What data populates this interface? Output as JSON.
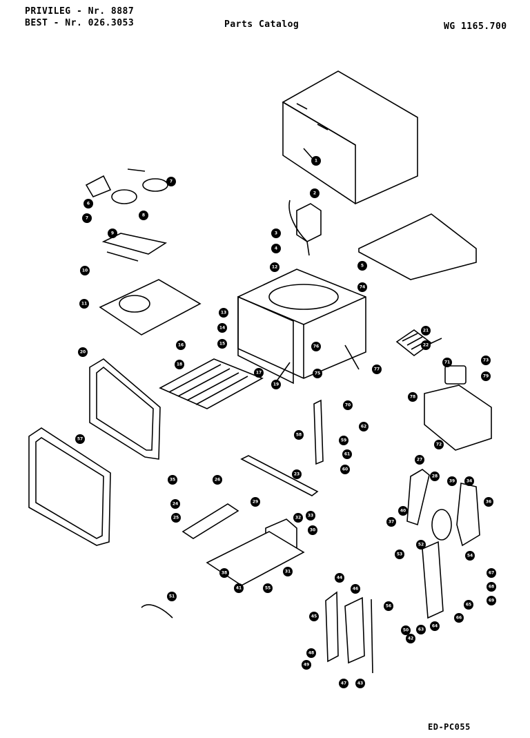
{
  "header": {
    "line1": "PRIVILEG - Nr. 8887",
    "line2": "BEST - Nr. 026.3053",
    "center": "Parts Catalog",
    "right": "WG 1165.700"
  },
  "footer": {
    "code": "ED-PC055"
  },
  "callouts": [
    {
      "id": "c1",
      "label": "1"
    },
    {
      "id": "c2",
      "label": "2"
    },
    {
      "id": "c3",
      "label": "3"
    },
    {
      "id": "c4",
      "label": "4"
    },
    {
      "id": "c5",
      "label": "5"
    },
    {
      "id": "c6",
      "label": "6"
    },
    {
      "id": "c7a",
      "label": "7"
    },
    {
      "id": "c7b",
      "label": "7"
    },
    {
      "id": "c8",
      "label": "8"
    },
    {
      "id": "c9",
      "label": "9"
    },
    {
      "id": "c10",
      "label": "10"
    },
    {
      "id": "c11",
      "label": "11"
    },
    {
      "id": "c12",
      "label": "12"
    },
    {
      "id": "c13",
      "label": "13"
    },
    {
      "id": "c14",
      "label": "14"
    },
    {
      "id": "c15",
      "label": "15"
    },
    {
      "id": "c16",
      "label": "16"
    },
    {
      "id": "c17",
      "label": "17"
    },
    {
      "id": "c18",
      "label": "18"
    },
    {
      "id": "c19",
      "label": "19"
    },
    {
      "id": "c20",
      "label": "20"
    },
    {
      "id": "c21",
      "label": "21"
    },
    {
      "id": "c22",
      "label": "22"
    },
    {
      "id": "c23",
      "label": "23"
    },
    {
      "id": "c24",
      "label": "24"
    },
    {
      "id": "c25",
      "label": "25"
    },
    {
      "id": "c26",
      "label": "26"
    },
    {
      "id": "c27",
      "label": "27"
    },
    {
      "id": "c28",
      "label": "28"
    },
    {
      "id": "c29",
      "label": "29"
    },
    {
      "id": "c30",
      "label": "30"
    },
    {
      "id": "c31",
      "label": "31"
    },
    {
      "id": "c32",
      "label": "32"
    },
    {
      "id": "c33",
      "label": "33"
    },
    {
      "id": "c34",
      "label": "34"
    },
    {
      "id": "c35",
      "label": "35"
    },
    {
      "id": "c36",
      "label": "36"
    },
    {
      "id": "c37",
      "label": "37"
    },
    {
      "id": "c38",
      "label": "38"
    },
    {
      "id": "c39",
      "label": "39"
    },
    {
      "id": "c40",
      "label": "40"
    },
    {
      "id": "c41",
      "label": "41"
    },
    {
      "id": "c42",
      "label": "42"
    },
    {
      "id": "c43",
      "label": "43"
    },
    {
      "id": "c44",
      "label": "44"
    },
    {
      "id": "c45",
      "label": "45"
    },
    {
      "id": "c46",
      "label": "46"
    },
    {
      "id": "c47",
      "label": "47"
    },
    {
      "id": "c48",
      "label": "48"
    },
    {
      "id": "c49",
      "label": "49"
    },
    {
      "id": "c50",
      "label": "50"
    },
    {
      "id": "c51",
      "label": "51"
    },
    {
      "id": "c52",
      "label": "52"
    },
    {
      "id": "c53",
      "label": "53"
    },
    {
      "id": "c54",
      "label": "54"
    },
    {
      "id": "c55",
      "label": "55"
    },
    {
      "id": "c56",
      "label": "56"
    },
    {
      "id": "c57",
      "label": "57"
    },
    {
      "id": "c58",
      "label": "58"
    },
    {
      "id": "c59",
      "label": "59"
    },
    {
      "id": "c60",
      "label": "60"
    },
    {
      "id": "c61",
      "label": "61"
    },
    {
      "id": "c62",
      "label": "62"
    },
    {
      "id": "c63",
      "label": "63"
    },
    {
      "id": "c64",
      "label": "64"
    },
    {
      "id": "c65",
      "label": "65"
    },
    {
      "id": "c66",
      "label": "66"
    },
    {
      "id": "c67",
      "label": "67"
    },
    {
      "id": "c68",
      "label": "68"
    },
    {
      "id": "c69",
      "label": "69"
    },
    {
      "id": "c70",
      "label": "70"
    },
    {
      "id": "c71",
      "label": "71"
    },
    {
      "id": "c72",
      "label": "72"
    },
    {
      "id": "c73",
      "label": "73"
    },
    {
      "id": "c74",
      "label": "74"
    },
    {
      "id": "c75",
      "label": "75"
    },
    {
      "id": "c76",
      "label": "76"
    },
    {
      "id": "c77",
      "label": "77"
    },
    {
      "id": "c78",
      "label": "78"
    },
    {
      "id": "c79",
      "label": "79"
    }
  ]
}
